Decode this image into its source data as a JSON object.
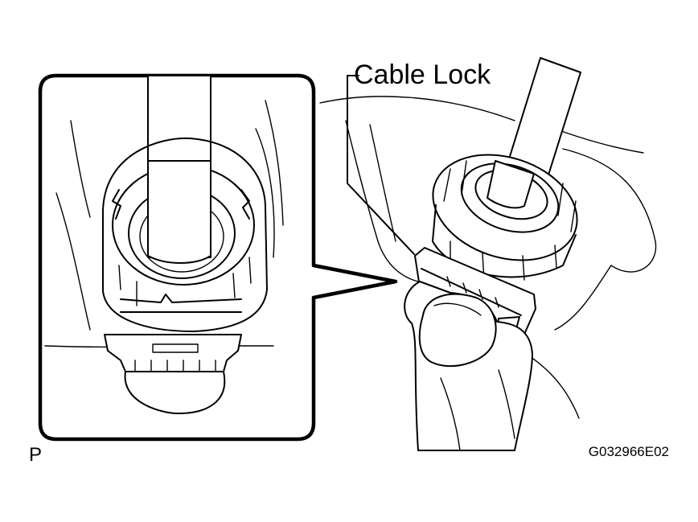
{
  "callout": {
    "label": "Cable Lock"
  },
  "corner_mark": "P",
  "figure_code": "G032966E02",
  "colors": {
    "ink": "#000000",
    "background": "#ffffff"
  }
}
